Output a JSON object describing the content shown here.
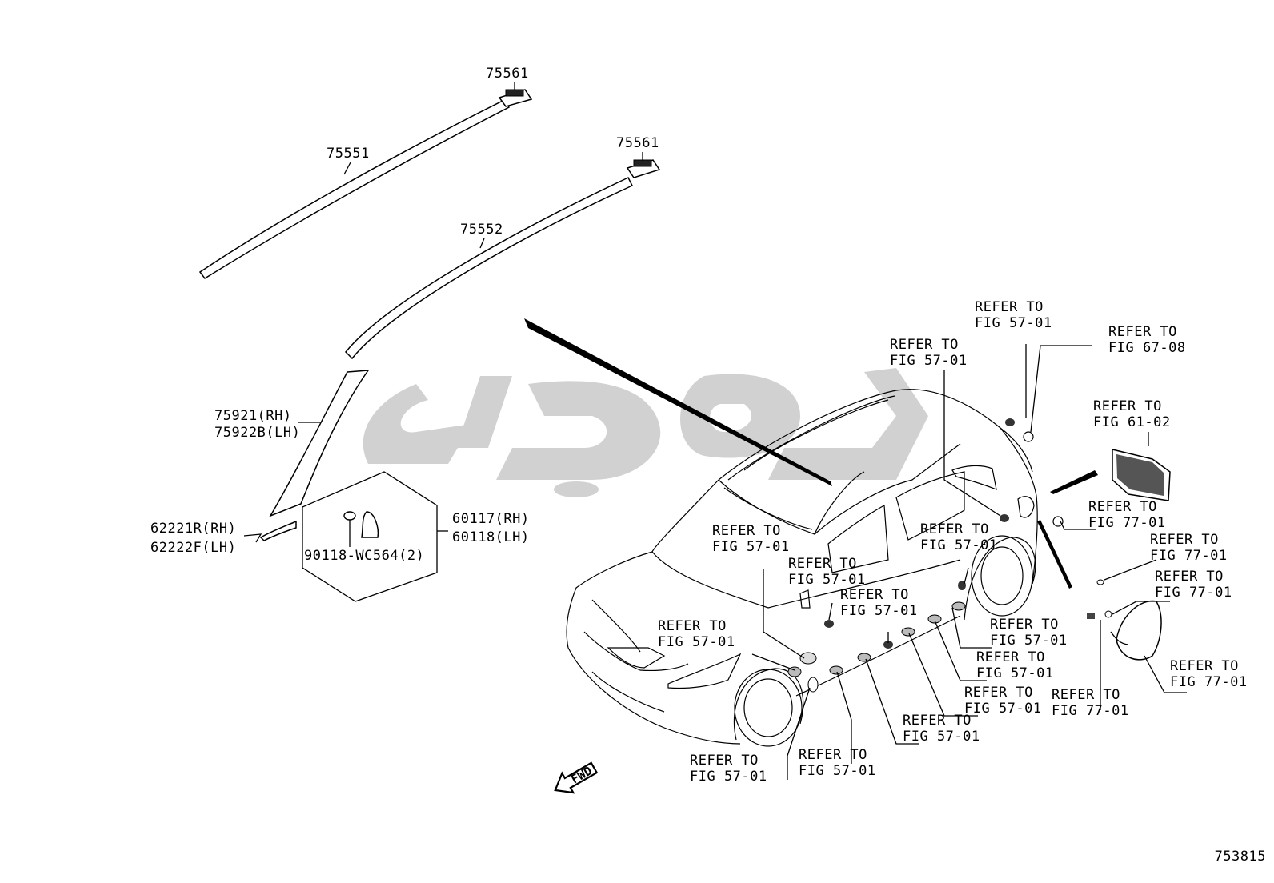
{
  "diagram_id": "753815",
  "fwd_label": "FWD",
  "watermark_text": "کاپارت",
  "parts": {
    "p75561a": "75561",
    "p75561b": "75561",
    "p75551": "75551",
    "p75552": "75552",
    "p75921": "75921(RH)",
    "p75922": "75922B(LH)",
    "p62221": "62221R(RH)",
    "p62222": "62222F(LH)",
    "p60117": "60117(RH)",
    "p60118": "60118(LH)",
    "p90118": "90118-WC564(2)"
  },
  "refs": [
    {
      "l1": "REFER TO",
      "l2": "FIG 57-01"
    },
    {
      "l1": "REFER TO",
      "l2": "FIG 57-01"
    },
    {
      "l1": "REFER TO",
      "l2": "FIG 67-08"
    },
    {
      "l1": "REFER TO",
      "l2": "FIG 61-02"
    },
    {
      "l1": "REFER TO",
      "l2": "FIG 77-01"
    },
    {
      "l1": "REFER TO",
      "l2": "FIG 77-01"
    },
    {
      "l1": "REFER TO",
      "l2": "FIG 77-01"
    },
    {
      "l1": "REFER TO",
      "l2": "FIG 57-01"
    },
    {
      "l1": "REFER TO",
      "l2": "FIG 57-01"
    },
    {
      "l1": "REFER TO",
      "l2": "FIG 57-01"
    },
    {
      "l1": "REFER TO",
      "l2": "FIG 57-01"
    },
    {
      "l1": "REFER TO",
      "l2": "FIG 57-01"
    },
    {
      "l1": "REFER TO",
      "l2": "FIG 57-01"
    },
    {
      "l1": "REFER TO",
      "l2": "FIG 57-01"
    },
    {
      "l1": "REFER TO",
      "l2": "FIG 57-01"
    },
    {
      "l1": "REFER TO",
      "l2": "FIG 57-01"
    },
    {
      "l1": "REFER TO",
      "l2": "FIG 57-01"
    },
    {
      "l1": "REFER TO",
      "l2": "FIG 77-01"
    },
    {
      "l1": "REFER TO",
      "l2": "FIG 77-01"
    },
    {
      "l1": "REFER TO",
      "l2": "FIG 57-01"
    }
  ]
}
